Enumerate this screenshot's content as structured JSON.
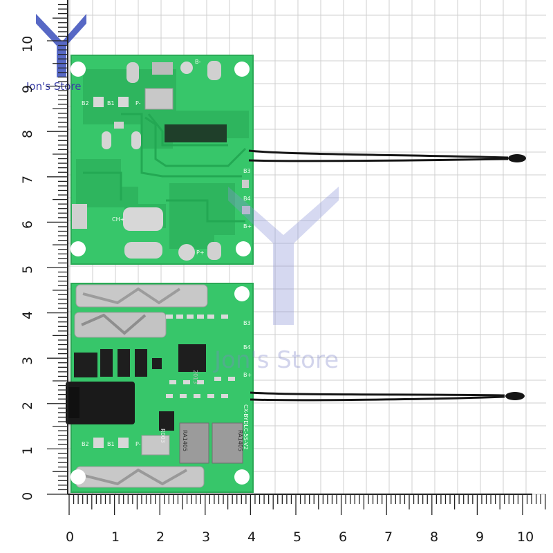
{
  "scene": {
    "description_free": true,
    "background_color": "#ffffff",
    "grid_color": "#cfcfcf",
    "pcb_color": "#37c66a",
    "pcb_trace_color": "#23a853"
  },
  "ruler": {
    "x_labels": [
      "0",
      "1",
      "2",
      "3",
      "4",
      "5",
      "6",
      "7",
      "8",
      "9",
      "10"
    ],
    "y_labels": [
      "0",
      "1",
      "2",
      "3",
      "4",
      "5",
      "6",
      "7",
      "8",
      "9",
      "10"
    ],
    "unit_ticks_per_label": 10
  },
  "watermark": {
    "brand_text": "Jon's Store",
    "center_text": "Jon's Store"
  },
  "board_top": {
    "silkscreen": [
      "B2",
      "B1",
      "P-",
      "B3",
      "B4",
      "CH+",
      "P+",
      "B-",
      "B+"
    ]
  },
  "board_bottom": {
    "silkscreen": [
      "B2",
      "B1",
      "P-",
      "B3",
      "B4",
      "B+",
      "CX-BYDLC-5S-V2",
      "R003",
      "RA1405",
      "RA1405",
      "2013"
    ]
  },
  "colors": {
    "wire": "#151515",
    "metal": "#c8c8c8",
    "ic": "#1e1e1e"
  }
}
